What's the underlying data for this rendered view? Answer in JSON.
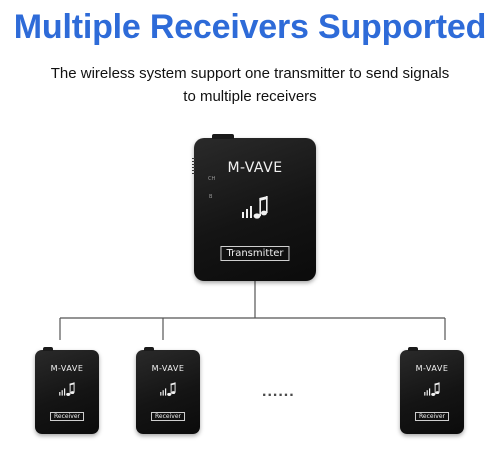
{
  "header": {
    "title": "Multiple Receivers Supported",
    "subtitle_line1": "The wireless system support one transmitter to send signals",
    "subtitle_line2": "to multiple receivers"
  },
  "colors": {
    "title": "#2e6bd8",
    "device_body": "#141414",
    "connector_line": "#555555"
  },
  "transmitter": {
    "brand": "M-VAVE",
    "label": "Transmitter",
    "indicator_top": "CH",
    "indicator_bottom": "B",
    "icon": "music-note-icon"
  },
  "receivers": [
    {
      "brand": "M-VAVE",
      "label": "Receiver",
      "icon": "music-note-icon"
    },
    {
      "brand": "M-VAVE",
      "label": "Receiver",
      "icon": "music-note-icon"
    },
    {
      "brand": "M-VAVE",
      "label": "Receiver",
      "icon": "music-note-icon"
    }
  ],
  "ellipsis": "......"
}
